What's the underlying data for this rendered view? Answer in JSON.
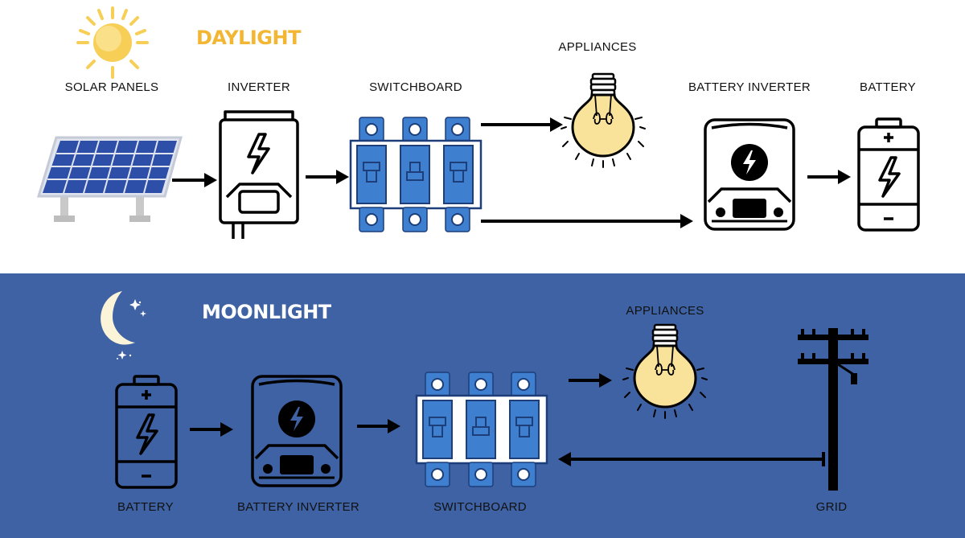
{
  "daylight": {
    "title": "DAYLIGHT",
    "labels": {
      "solar_panels": "SOLAR PANELS",
      "inverter": "INVERTER",
      "switchboard": "SWITCHBOARD",
      "appliances": "APPLIANCES",
      "battery_inverter": "BATTERY INVERTER",
      "battery": "BATTERY"
    }
  },
  "moonlight": {
    "title": "MOONLIGHT",
    "labels": {
      "battery": "BATTERY",
      "battery_inverter": "BATTERY INVERTER",
      "switchboard": "SWITCHBOARD",
      "appliances": "APPLIANCES",
      "grid": "GRID"
    }
  },
  "colors": {
    "day_title": "#f2b632",
    "night_bg": "#3e62a4",
    "breaker_blue": "#3f7fd0",
    "bulb_yellow": "#f9e29a",
    "sun_yellow": "#f7cf57",
    "panel_blue": "#2e4fa8"
  }
}
